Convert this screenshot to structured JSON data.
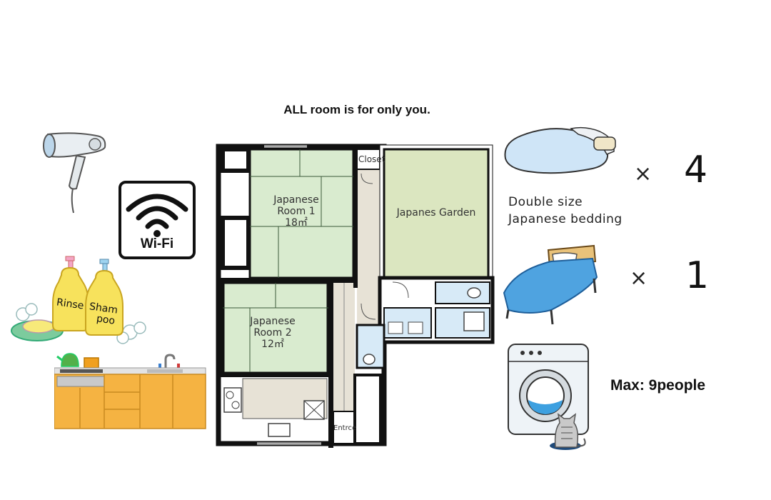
{
  "headline": "ALL room is for only you.",
  "floorplan": {
    "closet": "Closet",
    "room1": {
      "name1": "Japanese",
      "name2": "Room 1",
      "size": "18㎡"
    },
    "room2": {
      "name1": "Japanese",
      "name2": "Room 2",
      "size": "12㎡"
    },
    "garden": "Japanes Garden",
    "entrance": "Entrce"
  },
  "amenities": {
    "wifi_label": "Wi-Fi",
    "rinse_label": "Rinse",
    "shampoo_label1": "Sham",
    "shampoo_label2": "poo"
  },
  "bedding": {
    "futon_mult": "×",
    "futon_count": "4",
    "futon_desc1": "Double size",
    "futon_desc2": "Japanese bedding",
    "bed_mult": "×",
    "bed_count": "1"
  },
  "capacity": "Max: 9people",
  "colors": {
    "tatami": "#d9ebcf",
    "garden": "#dbe6c0",
    "wall": "#111111",
    "bath": "#d7eaf7",
    "corridor": "#e7e2d6"
  }
}
